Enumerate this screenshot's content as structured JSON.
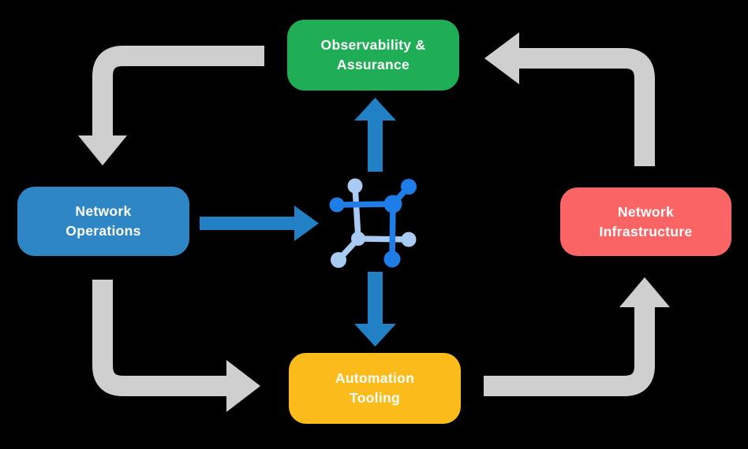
{
  "diagram": {
    "background": "#000000",
    "nodes": [
      {
        "id": "observability-assurance",
        "label": "Observability &\nAssurance",
        "color": "#1FAE56",
        "text_color": "#FFFFFF"
      },
      {
        "id": "network-operations",
        "label": "Network\nOperations",
        "color": "#2E86C5",
        "text_color": "#FFFFFF"
      },
      {
        "id": "network-infrastructure",
        "label": "Network\nInfrastructure",
        "color": "#FB6464",
        "text_color": "#FFFFFF"
      },
      {
        "id": "automation-tooling",
        "label": "Automation\nTooling",
        "color": "#FBBB1A",
        "text_color": "#FFFFFF"
      }
    ],
    "center_icon": {
      "name": "network-mesh-icon",
      "dark_color": "#1F7DE8",
      "light_color": "#A9CBF3"
    },
    "arrows": {
      "cycle_color": "#CFCFCF",
      "flow_color": "#2181C4",
      "cycle": [
        {
          "from": "observability-assurance",
          "to": "network-operations"
        },
        {
          "from": "network-operations",
          "to": "automation-tooling"
        },
        {
          "from": "automation-tooling",
          "to": "network-infrastructure"
        },
        {
          "from": "network-infrastructure",
          "to": "observability-assurance"
        }
      ],
      "flows": [
        {
          "from": "network-operations",
          "to": "center-icon"
        },
        {
          "from": "center-icon",
          "to": "observability-assurance"
        },
        {
          "from": "center-icon",
          "to": "automation-tooling"
        }
      ]
    }
  }
}
